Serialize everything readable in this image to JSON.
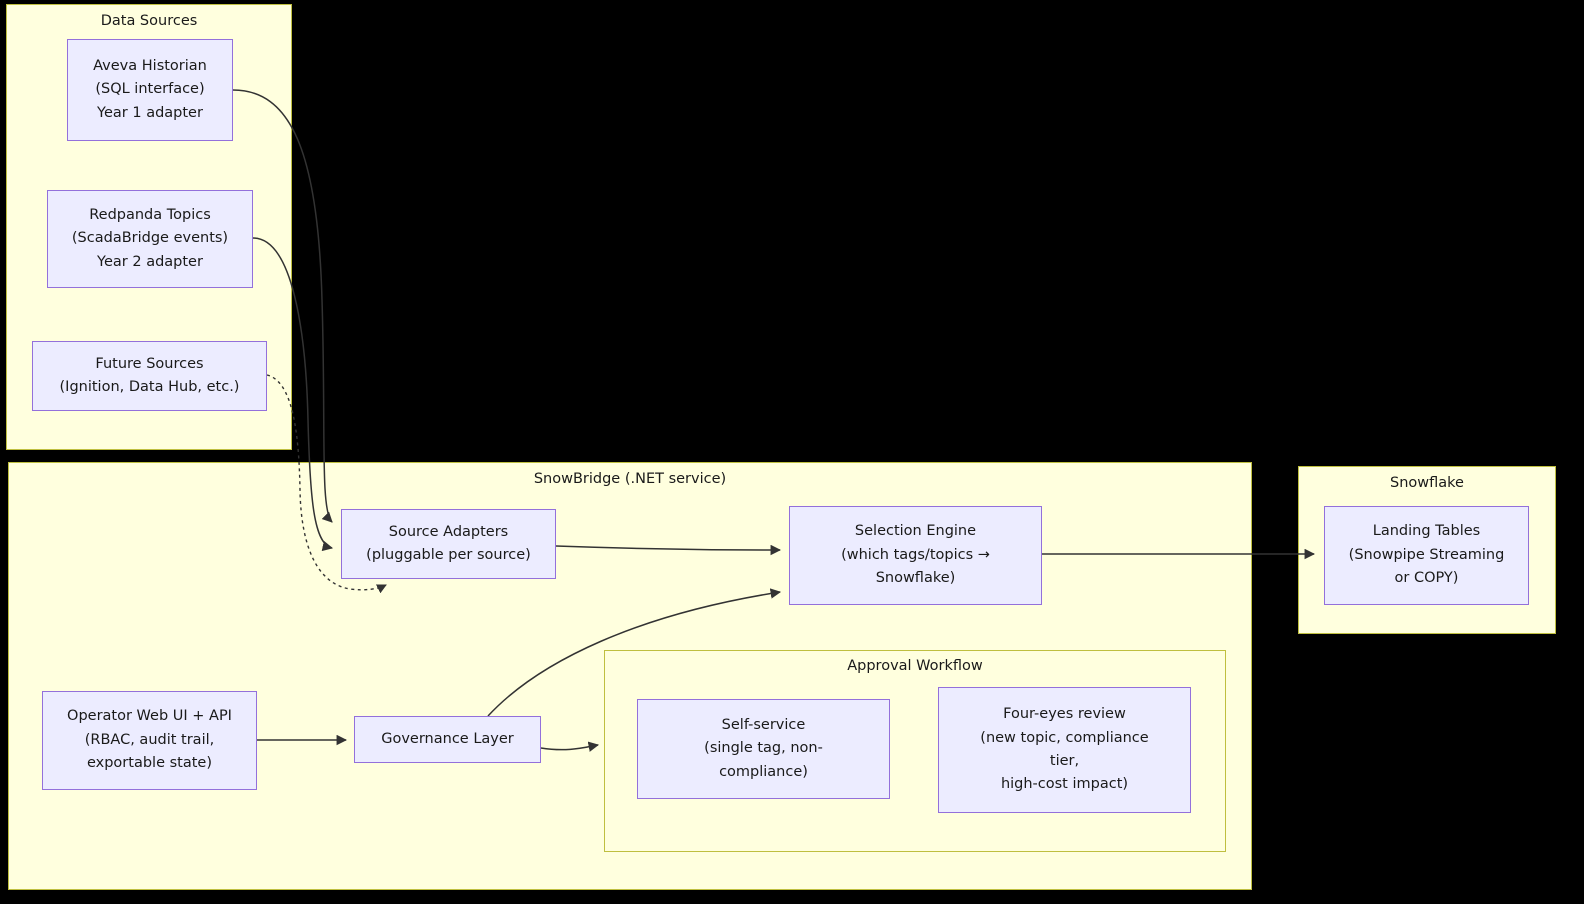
{
  "diagram": {
    "title_visible": false,
    "colors": {
      "background": "#000000",
      "cluster_fill": "#FFFFDE",
      "cluster_border": "#BFBF3F",
      "node_fill": "#ECECFF",
      "node_border": "#9370DB",
      "edge_stroke": "#333333",
      "text": "#1a1a1a"
    }
  },
  "clusters": {
    "data_sources": {
      "title": "Data Sources"
    },
    "snowbridge": {
      "title": "SnowBridge (.NET service)"
    },
    "snowflake": {
      "title": "Snowflake"
    },
    "approval_workflow": {
      "title": "Approval Workflow"
    }
  },
  "nodes": {
    "aveva_historian": {
      "lines": [
        "Aveva Historian",
        "(SQL interface)",
        "Year 1 adapter"
      ]
    },
    "redpanda_topics": {
      "lines": [
        "Redpanda Topics",
        "(ScadaBridge events)",
        "Year 2 adapter"
      ]
    },
    "future_sources": {
      "lines": [
        "Future Sources",
        "(Ignition, Data Hub, etc.)"
      ]
    },
    "source_adapters": {
      "lines": [
        "Source Adapters",
        "(pluggable per source)"
      ]
    },
    "selection_engine": {
      "lines": [
        "Selection Engine",
        "(which tags/topics →",
        "Snowflake)"
      ]
    },
    "landing_tables": {
      "lines": [
        "Landing Tables",
        "(Snowpipe Streaming",
        "or COPY)"
      ]
    },
    "operator_web_ui": {
      "lines": [
        "Operator Web UI + API",
        "(RBAC, audit trail,",
        "exportable state)"
      ]
    },
    "governance_layer": {
      "lines": [
        "Governance Layer"
      ]
    },
    "self_service": {
      "lines": [
        "Self-service",
        "(single tag, non-",
        "compliance)"
      ]
    },
    "four_eyes_review": {
      "lines": [
        "Four-eyes review",
        "(new topic, compliance",
        "tier,",
        "high-cost impact)"
      ]
    }
  },
  "edges": [
    {
      "from": "aveva_historian",
      "to": "source_adapters",
      "style": "solid"
    },
    {
      "from": "redpanda_topics",
      "to": "source_adapters",
      "style": "solid"
    },
    {
      "from": "future_sources",
      "to": "source_adapters",
      "style": "dotted"
    },
    {
      "from": "source_adapters",
      "to": "selection_engine",
      "style": "solid"
    },
    {
      "from": "selection_engine",
      "to": "landing_tables",
      "style": "solid"
    },
    {
      "from": "operator_web_ui",
      "to": "governance_layer",
      "style": "solid"
    },
    {
      "from": "governance_layer",
      "to": "selection_engine",
      "style": "solid"
    },
    {
      "from": "governance_layer",
      "to": "self_service",
      "style": "solid"
    }
  ]
}
